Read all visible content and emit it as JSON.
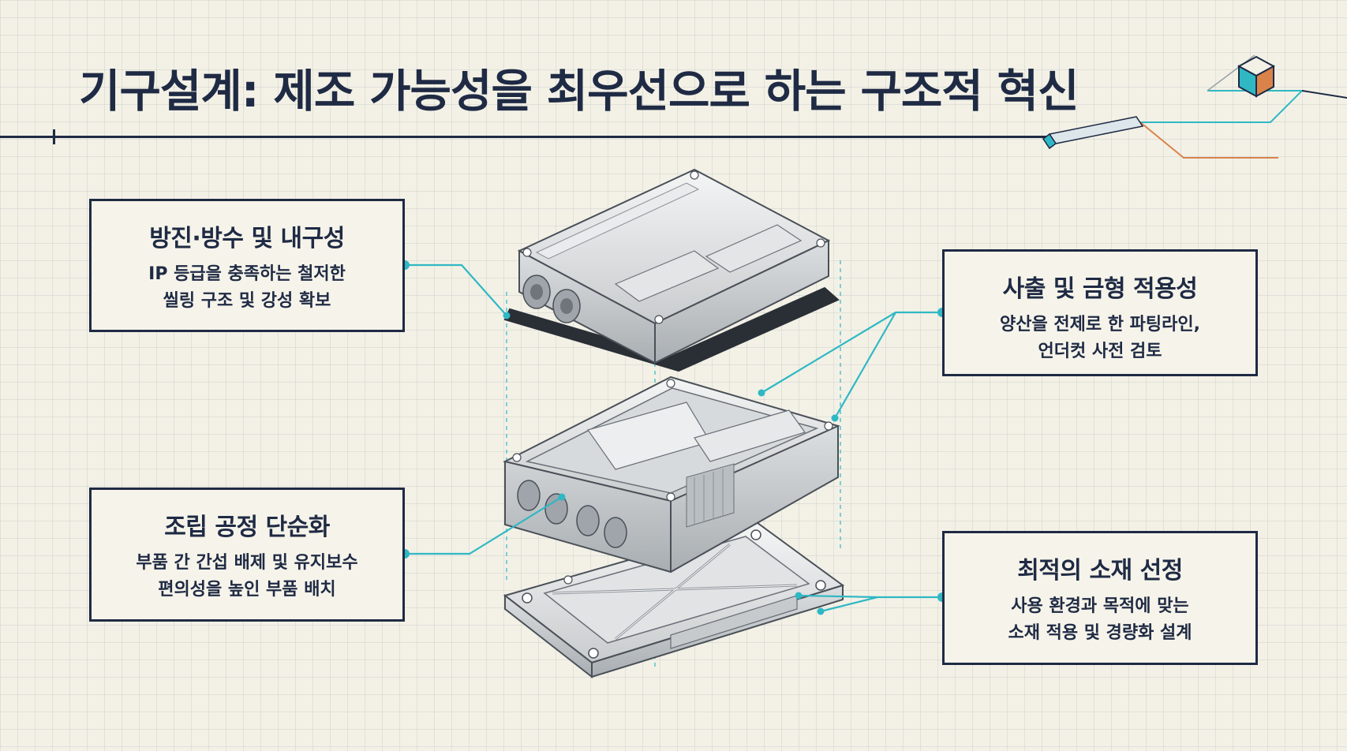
{
  "title": "기구설계: 제조 가능성을 최우선으로 하는 구조적 혁신",
  "callouts": [
    {
      "heading": "방진·방수 및 내구성",
      "lines": [
        "IP 등급을 충족하는 철저한",
        "씰링 구조 및 강성 확보"
      ]
    },
    {
      "heading": "사출 및 금형 적용성",
      "lines": [
        "양산을 전제로 한 파팅라인,",
        "언더컷 사전 검토"
      ]
    },
    {
      "heading": "조립 공정 단순화",
      "lines": [
        "부품 간 간섭 배제 및 유지보수",
        "편의성을 높인 부품 배치"
      ]
    },
    {
      "heading": "최적의 소재 선정",
      "lines": [
        "사용 환경과 목적에 맞는",
        "소재 적용 및 경량화 설계"
      ]
    }
  ],
  "colors": {
    "navy": "#1f2a44",
    "teal": "#2fb8c4",
    "orange": "#d9834a",
    "background": "#f3f1e6"
  }
}
